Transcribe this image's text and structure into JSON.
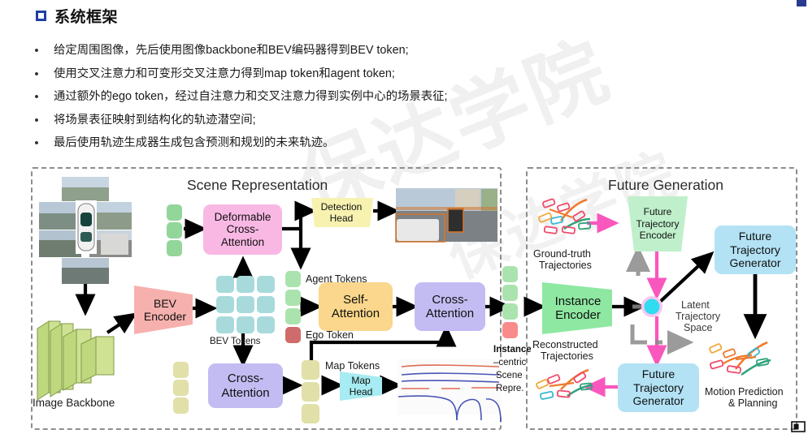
{
  "heading": {
    "bullet_icon": "square-outline-icon",
    "title": "系统框架"
  },
  "bullets": [
    "给定周围图像，先后使用图像backbone和BEV编码器得到BEV token;",
    "使用交叉注意力和可变形交叉注意力得到map token和agent token;",
    "通过额外的ego token，经过自注意力和交叉注意力得到实例中心的场景表征;",
    "将场景表征映射到结构化的轨迹潜空间;",
    "最后使用轨迹生成器生成包含预测和规划的未来轨迹。"
  ],
  "watermark": "保达学院",
  "diagram": {
    "panels": [
      {
        "id": "scene",
        "title": "Scene Representation"
      },
      {
        "id": "future",
        "title": "Future Generation"
      }
    ],
    "scene": {
      "image_backbone_label": "Image Backbone",
      "bev_encoder": "BEV\nEncoder",
      "bev_tokens_label": "BEV Tokens",
      "deformable_cross_attention": "Deformable\nCross-\nAttention",
      "detection_head": "Detection\nHead",
      "agent_tokens_label": "Agent Tokens",
      "ego_token_label": "Ego Token",
      "self_attention": "Self-\nAttention",
      "cross_attention": "Cross-\nAttention",
      "cross_attention_map": "Cross-\nAttention",
      "map_tokens_label": "Map Tokens",
      "map_head": "Map\nHead"
    },
    "bridge": {
      "instance_label_line1": "Instance",
      "instance_label_line2": "–centric",
      "instance_label_line3": "Scene",
      "instance_label_line4": "Repre."
    },
    "future": {
      "ground_truth_label_line1": "Ground-truth",
      "ground_truth_label_line2": "Trajectories",
      "instance_encoder": "Instance\nEncoder",
      "reconstructed_label_line1": "Reconstructed",
      "reconstructed_label_line2": "Trajectories",
      "future_traj_encoder": "Future\nTrajectory\nEncoder",
      "future_traj_generator_bottom": "Future\nTrajectory\nGenerator",
      "future_traj_generator_right": "Future\nTrajectory\nGenerator",
      "latent_space_line1": "Latent",
      "latent_space_line2": "Trajectory",
      "latent_space_line3": "Space",
      "motion_label_line1": "Motion Prediction",
      "motion_label_line2": "& Planning"
    }
  },
  "colors": {
    "accent_blue": "#1f3fa0",
    "pink_block": "#f9b8e4",
    "salmon_block": "#f6b1ae",
    "yellow_block": "#f7f2b0",
    "orange_block": "#fad78c",
    "purple_block": "#c3bcf2",
    "cyan_block": "#a6ecf2",
    "green_block": "#8ee8a1",
    "light_blue_block": "#b3e2f5",
    "token_green": "#93d69a",
    "token_teal": "#a8dadb",
    "token_olive": "#e0e0a8",
    "token_red": "#cf6b6b",
    "magenta_arrow": "#f957bd",
    "panel_border": "#8d8d8d"
  }
}
